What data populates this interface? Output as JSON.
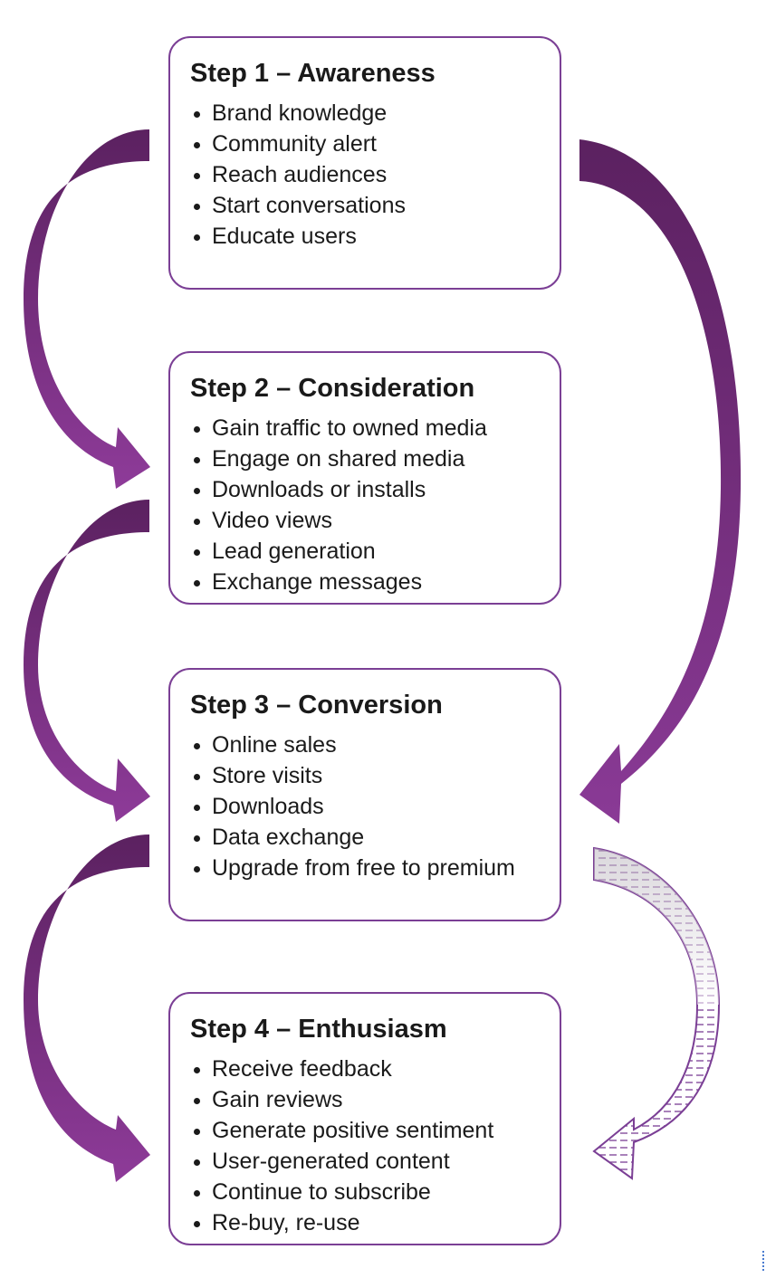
{
  "steps": [
    {
      "title": "Step 1 – Awareness",
      "items": [
        "Brand knowledge",
        "Community alert",
        "Reach audiences",
        "Start conversations",
        "Educate users"
      ]
    },
    {
      "title": "Step 2 – Consideration",
      "items": [
        "Gain traffic to owned media",
        "Engage on shared media",
        "Downloads or installs",
        "Video views",
        "Lead generation",
        "Exchange messages"
      ]
    },
    {
      "title": "Step 3 – Conversion",
      "items": [
        "Online sales",
        "Store visits",
        "Downloads",
        "Data exchange",
        "Upgrade from free to premium"
      ]
    },
    {
      "title": "Step 4 – Enthusiasm",
      "items": [
        "Receive feedback",
        "Gain reviews",
        "Generate positive sentiment",
        "User-generated content",
        "Continue to subscribe",
        "Re-buy, re-use"
      ]
    }
  ],
  "colors": {
    "arrow_dark": "#5b2160",
    "arrow_light": "#8a3a96",
    "box_border": "#7b3f95",
    "dashed_arrow_fill": "#d9d4dc",
    "text": "#1a1a1a"
  }
}
